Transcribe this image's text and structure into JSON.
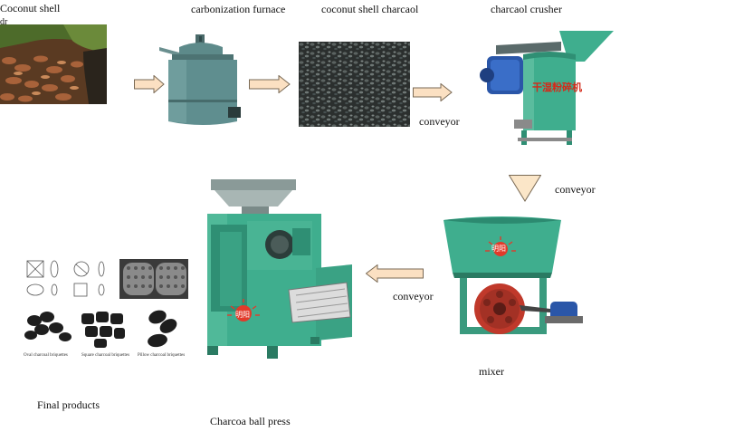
{
  "labels": {
    "coconut_shell": "Coconut shell",
    "coconut_shell_sub": "dr",
    "carbonization_furnace": "carbonization furnace",
    "coconut_shell_charcoal": "coconut shell charcaol",
    "charcoal_crusher": "charcaol crusher",
    "conveyor_1": "conveyor",
    "conveyor_2": "conveyor",
    "conveyor_3": "conveyor",
    "mixer": "mixer",
    "final_products": "Final products",
    "ball_press": "Charcoa ball press"
  },
  "product_captions": {
    "oval": "Oval charcoal briquettes",
    "square": "Square charcoal briquettes",
    "pillow": "Pillow charcoal briquettes"
  },
  "machine_marks": {
    "crusher_text": "干湿粉碎机",
    "mixer_logo": "明阳",
    "press_logo": "明阳"
  },
  "colors": {
    "machine_green": "#3fae8e",
    "arrow_fill": "#fbe0c2",
    "arrow_stroke": "#7a6a55",
    "triangle_fill": "#fbe6c8",
    "charcoal": "#2d2f2e"
  }
}
